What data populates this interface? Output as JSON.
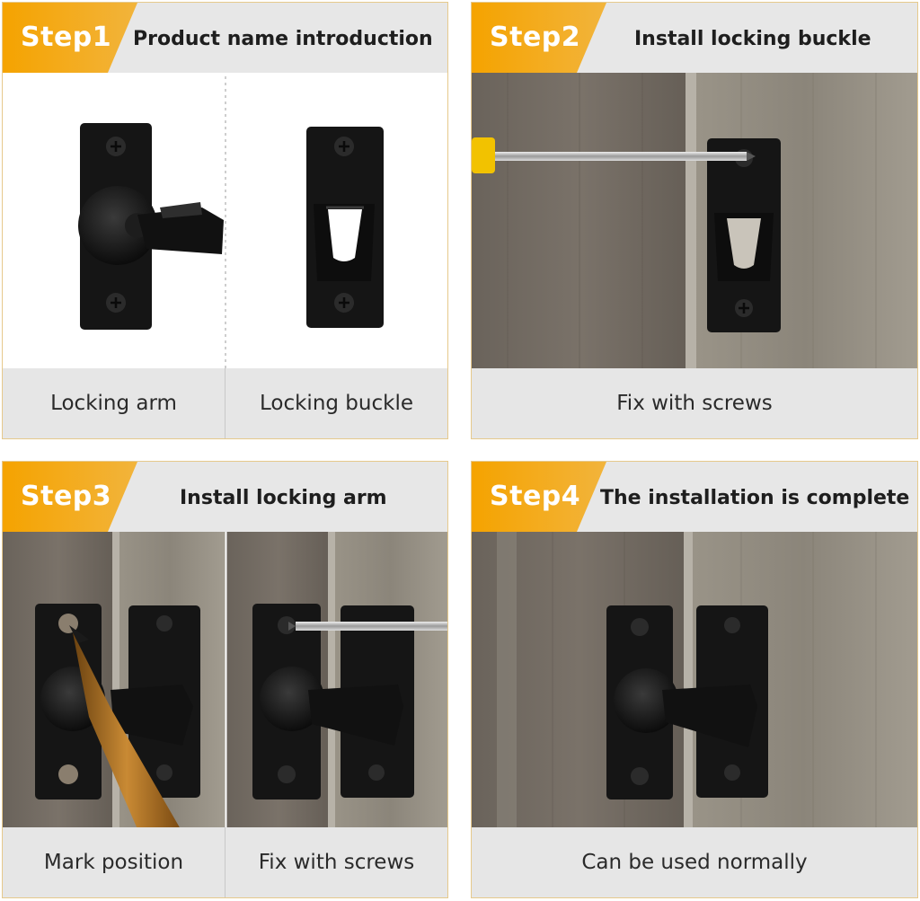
{
  "panels": [
    {
      "step": "Step1",
      "title": "Product name introduction",
      "captions": [
        "Locking arm",
        "Locking buckle"
      ]
    },
    {
      "step": "Step2",
      "title": "Install locking buckle",
      "captions": [
        "Fix with screws"
      ]
    },
    {
      "step": "Step3",
      "title": "Install locking arm",
      "captions": [
        "Mark position",
        "Fix with screws"
      ]
    },
    {
      "step": "Step4",
      "title": "The installation is complete",
      "captions": [
        "Can be used normally"
      ]
    }
  ],
  "colors": {
    "accent": "#f5a300",
    "border": "#e6c98c",
    "header_bg": "#e7e7e7",
    "wood_dark": "#6f6860",
    "wood_light": "#8e887e",
    "hardware": "#141414"
  }
}
